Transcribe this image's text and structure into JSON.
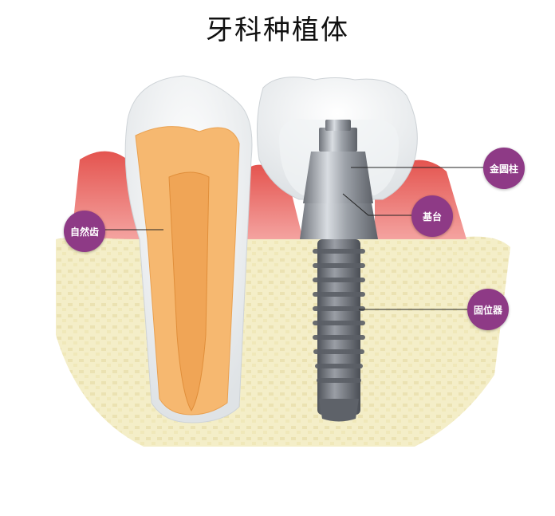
{
  "title": "牙科种植体",
  "labels": {
    "natural_tooth": "自然齿",
    "gold_post": "金圆柱",
    "abutment": "基台",
    "fixture": "固位器"
  },
  "colors": {
    "label_bg": "#8e3a86",
    "gum": "#e97a7a",
    "bone": "#efe6b8",
    "pulp": "#f2b067",
    "enamel": "#f7f7f7",
    "metal": "#8c9096"
  }
}
